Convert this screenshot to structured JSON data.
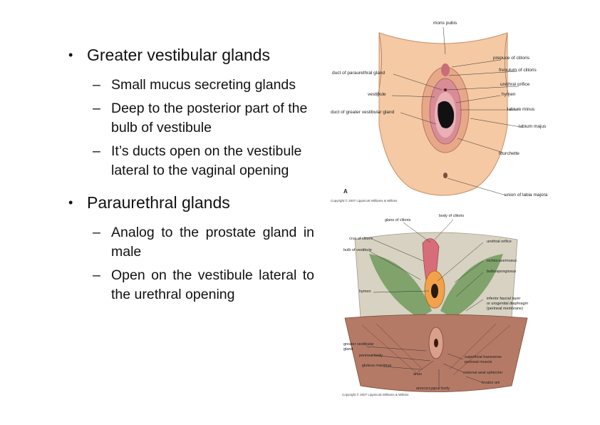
{
  "sections": [
    {
      "heading": "Greater vestibular glands",
      "points": [
        "Small mucus secreting glands",
        "Deep to the posterior part of the bulb of vestibule",
        "It’s ducts open on the vestibule lateral to the vaginal opening"
      ]
    },
    {
      "heading": "Paraurethral glands",
      "points": [
        "Analog to the prostate gland in male",
        "Open on the vestibule lateral to the urethral opening"
      ]
    }
  ],
  "figure_a": {
    "panel": "A",
    "copyright": "Copyright © 2007 Lippincott Williams & Wilkins",
    "labels": {
      "mons_pubis": "mons pubis",
      "prepuce": "prepuce of clitoris",
      "frenulum": "frenulum of clitoris",
      "urethral_orifice": "urethral orifice",
      "hymen": "hymen",
      "labium_minus": "labium minus",
      "labium_majus": "labium majus",
      "fourchette": "fourchette",
      "union": "union of labia majora",
      "duct_paraurethral": "duct of paraurethral gland",
      "vestibule": "vestibule",
      "duct_greater": "duct of greater vestibular gland"
    }
  },
  "figure_b": {
    "copyright": "Copyright © 2007 Lippincott Williams & Wilkins",
    "labels": {
      "glans": "glans of clitoris",
      "body": "body of clitoris",
      "crus": "crus of clitoris",
      "urethral_orifice": "urethral orifice",
      "bulb": "bulb of vestibule",
      "ischio": "ischiocavernosus",
      "bulbo": "bulbospongiosus",
      "hymen": "hymen",
      "fascial1": "inferior fascial layer",
      "fascial2": "or urogenital diaphragm",
      "fascial3": "(perineal membrane)",
      "gvg1": "greater vestibular",
      "gvg2": "gland",
      "perineal_body": "perineal body",
      "superficial1": "superficial transverse",
      "superficial2": "perineal muscle",
      "gluteus": "gluteus maximus",
      "anus": "anus",
      "sphincter": "external anal sphincter",
      "levator": "levator ani",
      "anococcygeal": "anococcygeal body"
    }
  }
}
